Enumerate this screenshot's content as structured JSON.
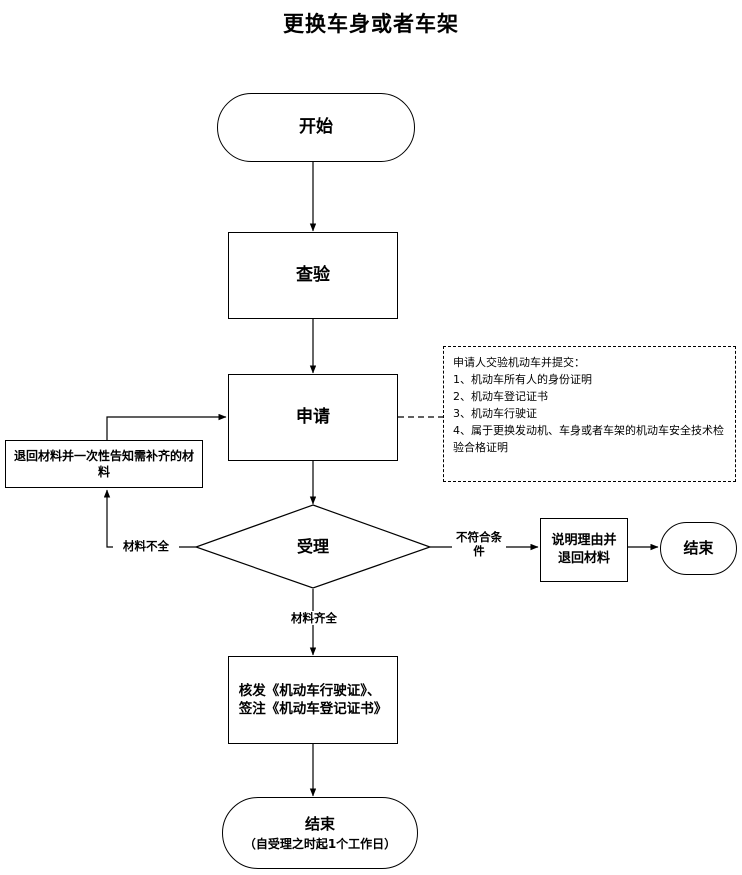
{
  "title": "更换车身或者车架",
  "flowchart": {
    "type": "flowchart",
    "orientation": "top-to-bottom",
    "nodes": [
      {
        "id": "start",
        "shape": "terminator",
        "label": "开始"
      },
      {
        "id": "inspect",
        "shape": "process",
        "label": "查验"
      },
      {
        "id": "apply",
        "shape": "process",
        "label": "申请"
      },
      {
        "id": "return_materials",
        "shape": "process",
        "label": "退回材料并一次性告知需补齐的材料"
      },
      {
        "id": "decision",
        "shape": "decision",
        "label": "受理"
      },
      {
        "id": "explain_return",
        "shape": "process",
        "label": "说明理由并\n退回材料"
      },
      {
        "id": "end_right",
        "shape": "terminator",
        "label": "结束"
      },
      {
        "id": "issue",
        "shape": "process",
        "label": "核发《机动车行驶证》、\n签注《机动车登记证书》"
      },
      {
        "id": "end_bottom",
        "shape": "terminator",
        "label": "结束",
        "sublabel": "（自受理之时起1个工作日）"
      }
    ],
    "edges": [
      {
        "from": "start",
        "to": "inspect",
        "label": ""
      },
      {
        "from": "inspect",
        "to": "apply",
        "label": ""
      },
      {
        "from": "apply",
        "to": "decision",
        "label": ""
      },
      {
        "from": "decision",
        "to": "return_materials",
        "label": "材料不全"
      },
      {
        "from": "return_materials",
        "to": "apply",
        "label": ""
      },
      {
        "from": "decision",
        "to": "explain_return",
        "label": "不符合条件"
      },
      {
        "from": "explain_return",
        "to": "end_right",
        "label": ""
      },
      {
        "from": "decision",
        "to": "issue",
        "label": "材料齐全"
      },
      {
        "from": "issue",
        "to": "end_bottom",
        "label": ""
      },
      {
        "from": "apply",
        "to": "note",
        "label": "",
        "style": "dashed"
      }
    ],
    "edge_labels": {
      "incomplete": "材料不全",
      "complete": "材料齐全",
      "not_qualified": "不符合条\n件"
    },
    "note": {
      "style": "dashed-box",
      "text": "申请人交验机动车并提交：\n1、机动车所有人的身份证明\n2、机动车登记证书\n3、机动车行驶证\n4、属于更换发动机、车身或者车架的机动车安全技术检验合格证明"
    },
    "colors": {
      "line": "#000000",
      "background": "#ffffff",
      "text": "#000000"
    }
  }
}
